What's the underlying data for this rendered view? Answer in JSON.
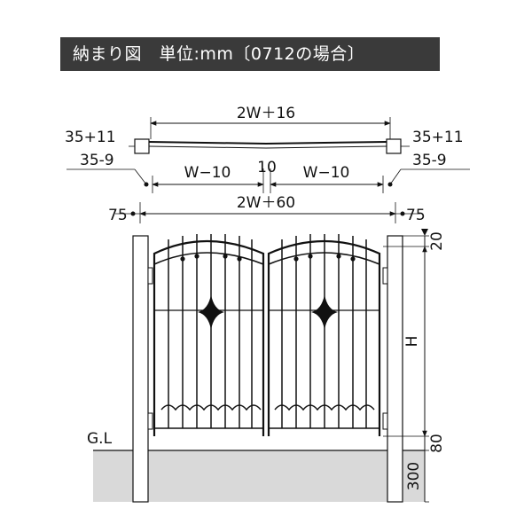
{
  "title": "納まり図　単位:mm〔0712の場合〕",
  "labels": {
    "top_width": "2W＋16",
    "left_post_top": "35+11",
    "left_post_bottom": "35-9",
    "right_post_top": "35+11",
    "right_post_bottom": "35-9",
    "left_leaf": "W−10",
    "right_leaf": "W−10",
    "center_gap": "10",
    "overall_width": "2W＋60",
    "left_offset": "75",
    "right_offset": "75",
    "top_clearance": "20",
    "height": "H",
    "bottom_clearance": "80",
    "embed_depth": "300",
    "ground_level": "G.L"
  },
  "colors": {
    "title_bg": "#3a3a3a",
    "ground": "#d9d9d9",
    "line": "#111111"
  }
}
